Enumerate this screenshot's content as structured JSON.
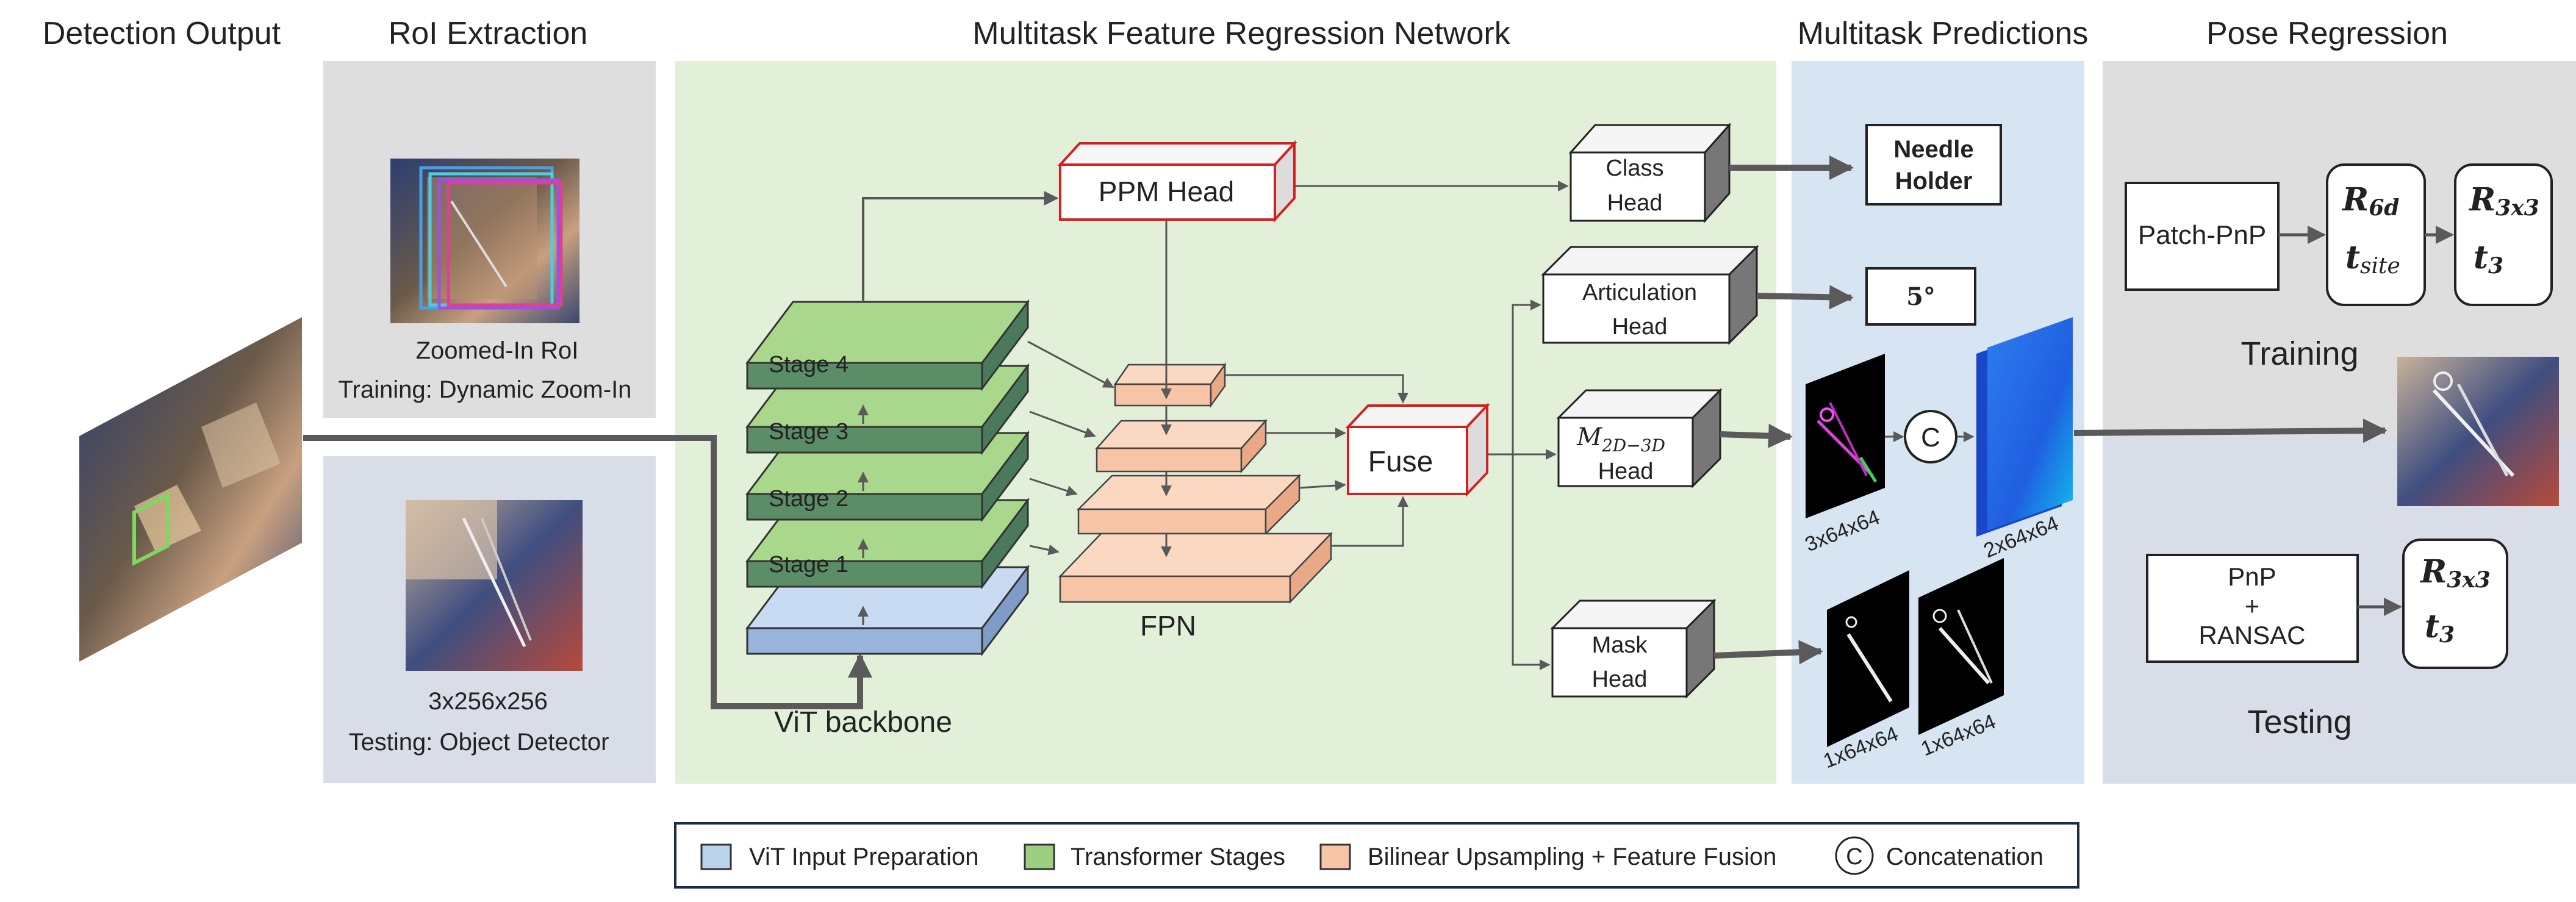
{
  "sections": {
    "detection": "Detection Output",
    "roi": "RoI Extraction",
    "network": "Multitask Feature Regression Network",
    "predictions": "Multitask Predictions",
    "pose": "Pose Regression"
  },
  "roi": {
    "train_caption1": "Zoomed-In RoI",
    "train_caption2": "Training: Dynamic Zoom-In",
    "test_caption1": "3x256x256",
    "test_caption2": "Testing: Object Detector"
  },
  "network": {
    "stages": [
      "Stage 4",
      "Stage 3",
      "Stage 2",
      "Stage 1"
    ],
    "backbone": "ViT backbone",
    "fpn": "FPN",
    "ppm": "PPM Head",
    "fuse": "Fuse"
  },
  "heads": {
    "class": [
      "Class",
      "Head"
    ],
    "articulation": [
      "Articulation",
      "Head"
    ],
    "m2d3d_top": "M",
    "m2d3d_sub": "2D−3D",
    "m2d3d_bottom": "Head",
    "mask": [
      "Mask",
      "Head"
    ]
  },
  "predictions": {
    "class_label": [
      "Needle",
      "Holder"
    ],
    "angle": "5°",
    "coord_map": "3x64x64",
    "concat_symbol": "C",
    "concat_out": "2x64x64",
    "mask1": "1x64x64",
    "mask2": "1x64x64"
  },
  "pose": {
    "patch_pnp": "Patch-PnP",
    "r6d_main": "R",
    "r6d_sub": "6d",
    "tsite_main": "t",
    "tsite_sub": "site",
    "r3x3_main": "R",
    "r3x3_sub": "3x3",
    "t3_main": "t",
    "t3_sub": "3",
    "training": "Training",
    "pnp_ransac": [
      "PnP",
      "+",
      "RANSAC"
    ],
    "testing": "Testing"
  },
  "legend": [
    {
      "label": "ViT Input Preparation",
      "color": "#bcd3ee"
    },
    {
      "label": "Transformer Stages",
      "color": "#9ccf7f"
    },
    {
      "label": "Bilinear Upsampling + Feature Fusion",
      "color": "#f7c4a6"
    },
    {
      "label": "Concatenation",
      "symbol": "C"
    }
  ],
  "colors": {
    "gray_panel": "#dedede",
    "blue_gray_panel": "#d9dde8",
    "green_panel": "#e2efd9",
    "pred_panel": "#d7e4f2",
    "stage_green": "#9ccf7f",
    "stage_blue": "#bcd3ee",
    "fpn_orange": "#f7c4a6",
    "red_outline": "#d42020",
    "arrow_gray": "#555555"
  }
}
